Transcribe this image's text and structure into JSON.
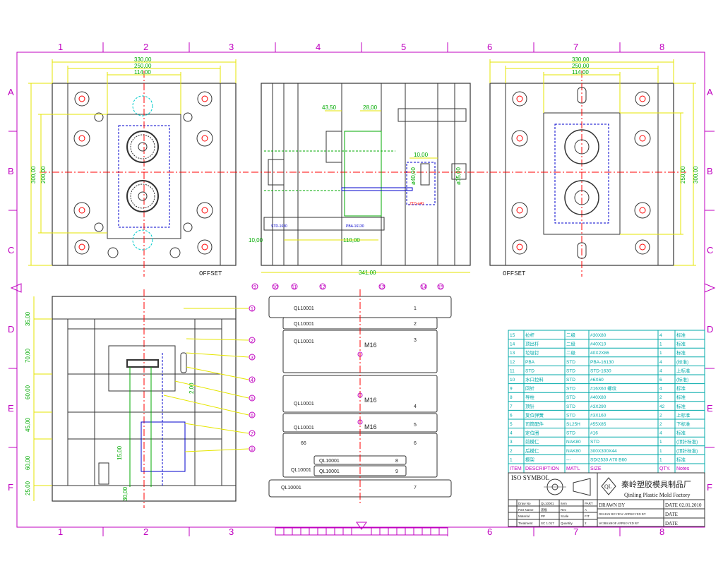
{
  "colors": {
    "frame": "#c000c0",
    "outline": "#333333",
    "dimension": "#e6e600",
    "dimension_text": "#00aa00",
    "center_line": "#ff0000",
    "title_block": "#00aaaa",
    "hidden": "#0000cc",
    "cyan": "#00cccc",
    "callout": "#c000c0"
  },
  "grid": {
    "columns": [
      "1",
      "2",
      "3",
      "4",
      "5",
      "6",
      "7",
      "8"
    ],
    "rows": [
      "A",
      "B",
      "C",
      "D",
      "E",
      "F"
    ]
  },
  "top_left_view": {
    "dims": [
      "330,00",
      "250,00",
      "114,00"
    ],
    "side_dims": [
      "300,00",
      "200,00"
    ],
    "label": "OFFSET"
  },
  "top_right_view": {
    "dims": [
      "330,00",
      "250,00",
      "114,00"
    ],
    "side_dims": [
      "250,00",
      "300,00"
    ],
    "label": "OFFSET"
  },
  "middle_view": {
    "dims_top": [
      "43,50",
      "28,00",
      "10,00"
    ],
    "dims_side": [
      "ø40,00",
      "ø35,00"
    ],
    "dims_bottom": [
      "10,00",
      "110,00",
      "341,00"
    ],
    "part_tags": [
      "PBA-16130",
      "STD-1630",
      "ZTD-ø40"
    ],
    "callouts": [
      "9",
      "10",
      "11",
      "12",
      "13",
      "14",
      "15"
    ]
  },
  "bottom_left_view": {
    "dims_left": [
      "35,00",
      "70,00",
      "60,00",
      "45,00",
      "60,00",
      "25,00"
    ],
    "dims_bottom": [
      "15,00",
      "30,00"
    ],
    "dims_inner": [
      "2,00"
    ],
    "callouts": [
      "1",
      "2",
      "3",
      "4",
      "5",
      "6",
      "7",
      "8"
    ]
  },
  "plate_stack": {
    "plates": [
      {
        "code": "QL10001",
        "num": "1",
        "mark": ""
      },
      {
        "code": "QL10001",
        "num": "2",
        "mark": ""
      },
      {
        "code": "QL10001",
        "num": "3",
        "mark": "M16"
      },
      {
        "code": "QL10001",
        "num": "4",
        "mark": "M16"
      },
      {
        "code": "QL10001",
        "num": "5",
        "mark": "M16"
      },
      {
        "code": "66",
        "num": "6",
        "mark": ""
      },
      {
        "code": "QL10001",
        "num": "7",
        "mark": ""
      }
    ],
    "inner": [
      {
        "code": "QL10001",
        "num": "8"
      },
      {
        "code": "QL10001",
        "num": "9"
      }
    ],
    "extra_code": "QL10001"
  },
  "bom": {
    "headers": [
      "ITEM",
      "DESCRIPTION",
      "MAT'L",
      "SIZE",
      "QTY.",
      "Notes"
    ],
    "rows": [
      [
        "15",
        "拉杆",
        "二级",
        "#30X80",
        "4",
        "标准"
      ],
      [
        "14",
        "顶出杆",
        "二级",
        "#40X10",
        "1",
        "标准"
      ],
      [
        "13",
        "垃圾钉",
        "二级",
        "40X2X86",
        "1",
        "标准"
      ],
      [
        "12",
        "PBA",
        "STD",
        "PBA-16130",
        "4",
        "(标准)"
      ],
      [
        "11",
        "STD",
        "STD",
        "STD-1630",
        "4",
        "上标准"
      ],
      [
        "10",
        "水口拉料",
        "STD",
        "#6X60",
        "6",
        "(标准)"
      ],
      [
        "9",
        "回针",
        "STD",
        "#16X60 螺纹",
        "4",
        "标准"
      ],
      [
        "8",
        "导柱",
        "STD",
        "#40X80",
        "2",
        "标准"
      ],
      [
        "7",
        "顶针",
        "STD",
        "#3X290",
        "42",
        "标准"
      ],
      [
        "6",
        "复位弹簧",
        "STD",
        "#3X160",
        "2",
        "上标准"
      ],
      [
        "5",
        "司筒配件",
        "SL25H",
        "#55X85",
        "2",
        "下标准"
      ],
      [
        "4",
        "定位圈",
        "STD",
        "#16",
        "4",
        "标准"
      ],
      [
        "3",
        "前模仁",
        "NAK80",
        "STD",
        "1",
        "(顶针标准)"
      ],
      [
        "2",
        "后模仁",
        "NAK80",
        "300X300X44",
        "1",
        "(顶针标准)"
      ],
      [
        "1",
        "模架",
        "---",
        "SDI2530 A70 B60",
        "1",
        "标准"
      ]
    ]
  },
  "title_block": {
    "iso_symbol": "ISO SYMBOL",
    "company_cn": "秦岭塑胶模具制品厂",
    "company_en": "Qinling Plastic Mold Factory",
    "logo": "QL",
    "drawn_by": "DRAWN BY",
    "date_label": "DATE",
    "date_value": "02.01.2010",
    "design_label": "DESIGN REVIEW APPROVED BY",
    "workshop_label": "WORKSHOP APPROVED BY",
    "info_rows": [
      [
        "Draw No",
        "QL10001",
        "Item",
        "PART"
      ],
      [
        "Part Name",
        "盖板",
        "Rev",
        "A"
      ],
      [
        "Material",
        "PP",
        "Scale",
        "FIT"
      ],
      [
        "Treatment",
        "SC 1.017",
        "Quantity",
        "2"
      ]
    ],
    "date_rows": [
      "DATE",
      "DATE",
      "DATE"
    ]
  }
}
